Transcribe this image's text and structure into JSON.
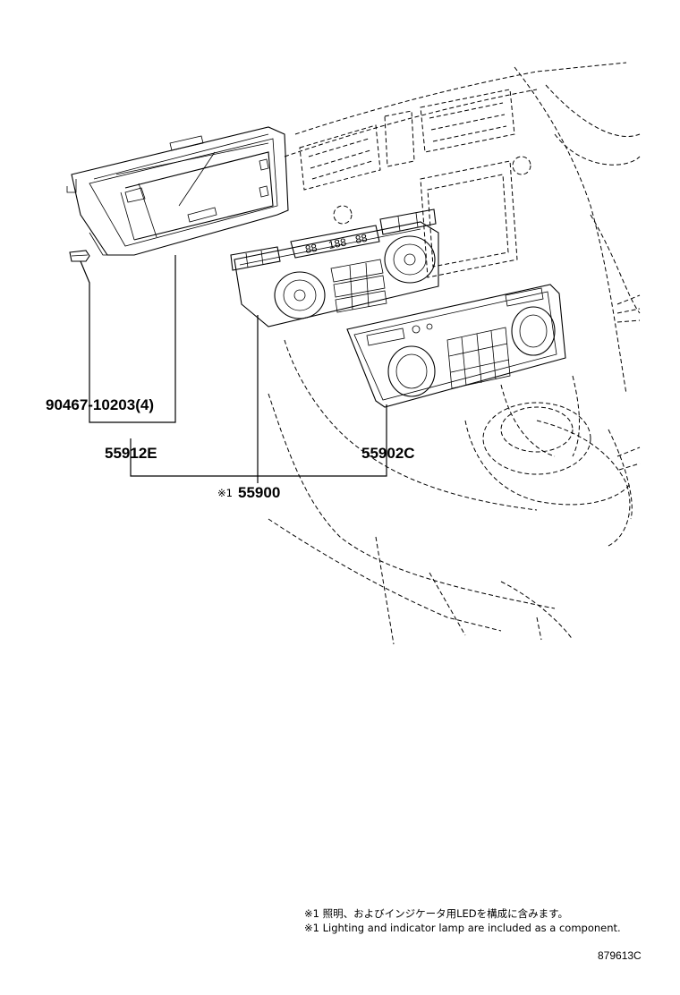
{
  "parts": {
    "bolt": "90467-10203(4)",
    "bracket": "55912E",
    "trim_panel": "55902C",
    "assembly": "55900",
    "assembly_mark": "※1"
  },
  "notes": {
    "japanese": "※1 照明、およびインジケータ用LEDを構成に含みます。",
    "english": "※1 Lighting and indicator lamp are included as a component."
  },
  "drawing_number": "879613C",
  "panel_display": {
    "left_readout": "88",
    "center_readout": "188",
    "right_readout": "88"
  }
}
